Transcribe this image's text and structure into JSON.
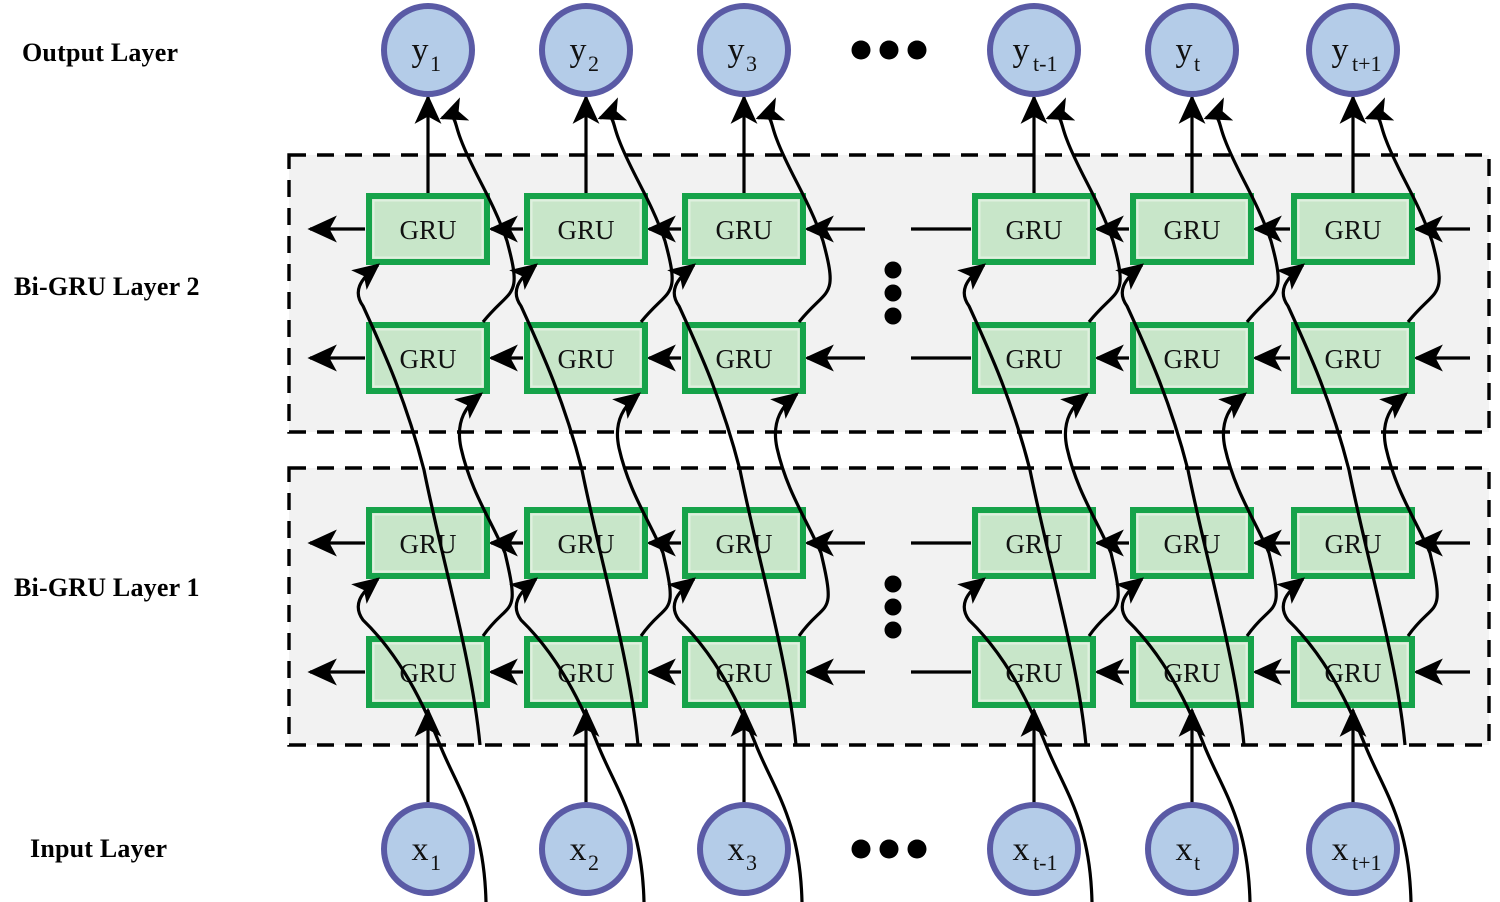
{
  "diagram": {
    "title": "Stacked Bidirectional GRU network architecture",
    "labels": {
      "output_layer": "Output Layer",
      "bigru_layer_2": "Bi-GRU Layer 2",
      "bigru_layer_1": "Bi-GRU Layer 1",
      "input_layer": "Input Layer"
    },
    "colors": {
      "node_fill": "#b4cce8",
      "node_stroke": "#5a5aa5",
      "cell_fill": "#c8e6c9",
      "cell_stroke": "#16a34a",
      "cell_inner_stroke": "#dff0df",
      "container_fill": "#f2f2f2",
      "container_stroke": "#000000",
      "arrow": "#000000",
      "text": "#000000"
    },
    "output_nodes": [
      {
        "base": "y",
        "sub": "1",
        "full": "y1"
      },
      {
        "base": "y",
        "sub": "2",
        "full": "y2"
      },
      {
        "base": "y",
        "sub": "3",
        "full": "y3"
      },
      {
        "base": "y",
        "sub": "t-1",
        "full": "yt-1"
      },
      {
        "base": "y",
        "sub": "t",
        "full": "yt"
      },
      {
        "base": "y",
        "sub": "t+1",
        "full": "yt+1"
      }
    ],
    "input_nodes": [
      {
        "base": "x",
        "sub": "1",
        "full": "x1"
      },
      {
        "base": "x",
        "sub": "2",
        "full": "x2"
      },
      {
        "base": "x",
        "sub": "3",
        "full": "x3"
      },
      {
        "base": "x",
        "sub": "t-1",
        "full": "xt-1"
      },
      {
        "base": "x",
        "sub": "t",
        "full": "xt"
      },
      {
        "base": "x",
        "sub": "t+1",
        "full": "xt+1"
      }
    ],
    "cell_label": "GRU",
    "horizontal_ellipsis": "•••",
    "vertical_ellipsis_dots": 3,
    "rows": [
      {
        "id": "l2-backward",
        "layer": "bigru_layer_2",
        "direction": "backward",
        "cells": 6
      },
      {
        "id": "l2-forward",
        "layer": "bigru_layer_2",
        "direction": "forward",
        "cells": 6
      },
      {
        "id": "l1-backward",
        "layer": "bigru_layer_1",
        "direction": "backward",
        "cells": 6
      },
      {
        "id": "l1-forward",
        "layer": "bigru_layer_1",
        "direction": "forward",
        "cells": 6
      }
    ],
    "columns": 6,
    "time_steps_shown": [
      "1",
      "2",
      "3",
      "t-1",
      "t",
      "t+1"
    ]
  }
}
